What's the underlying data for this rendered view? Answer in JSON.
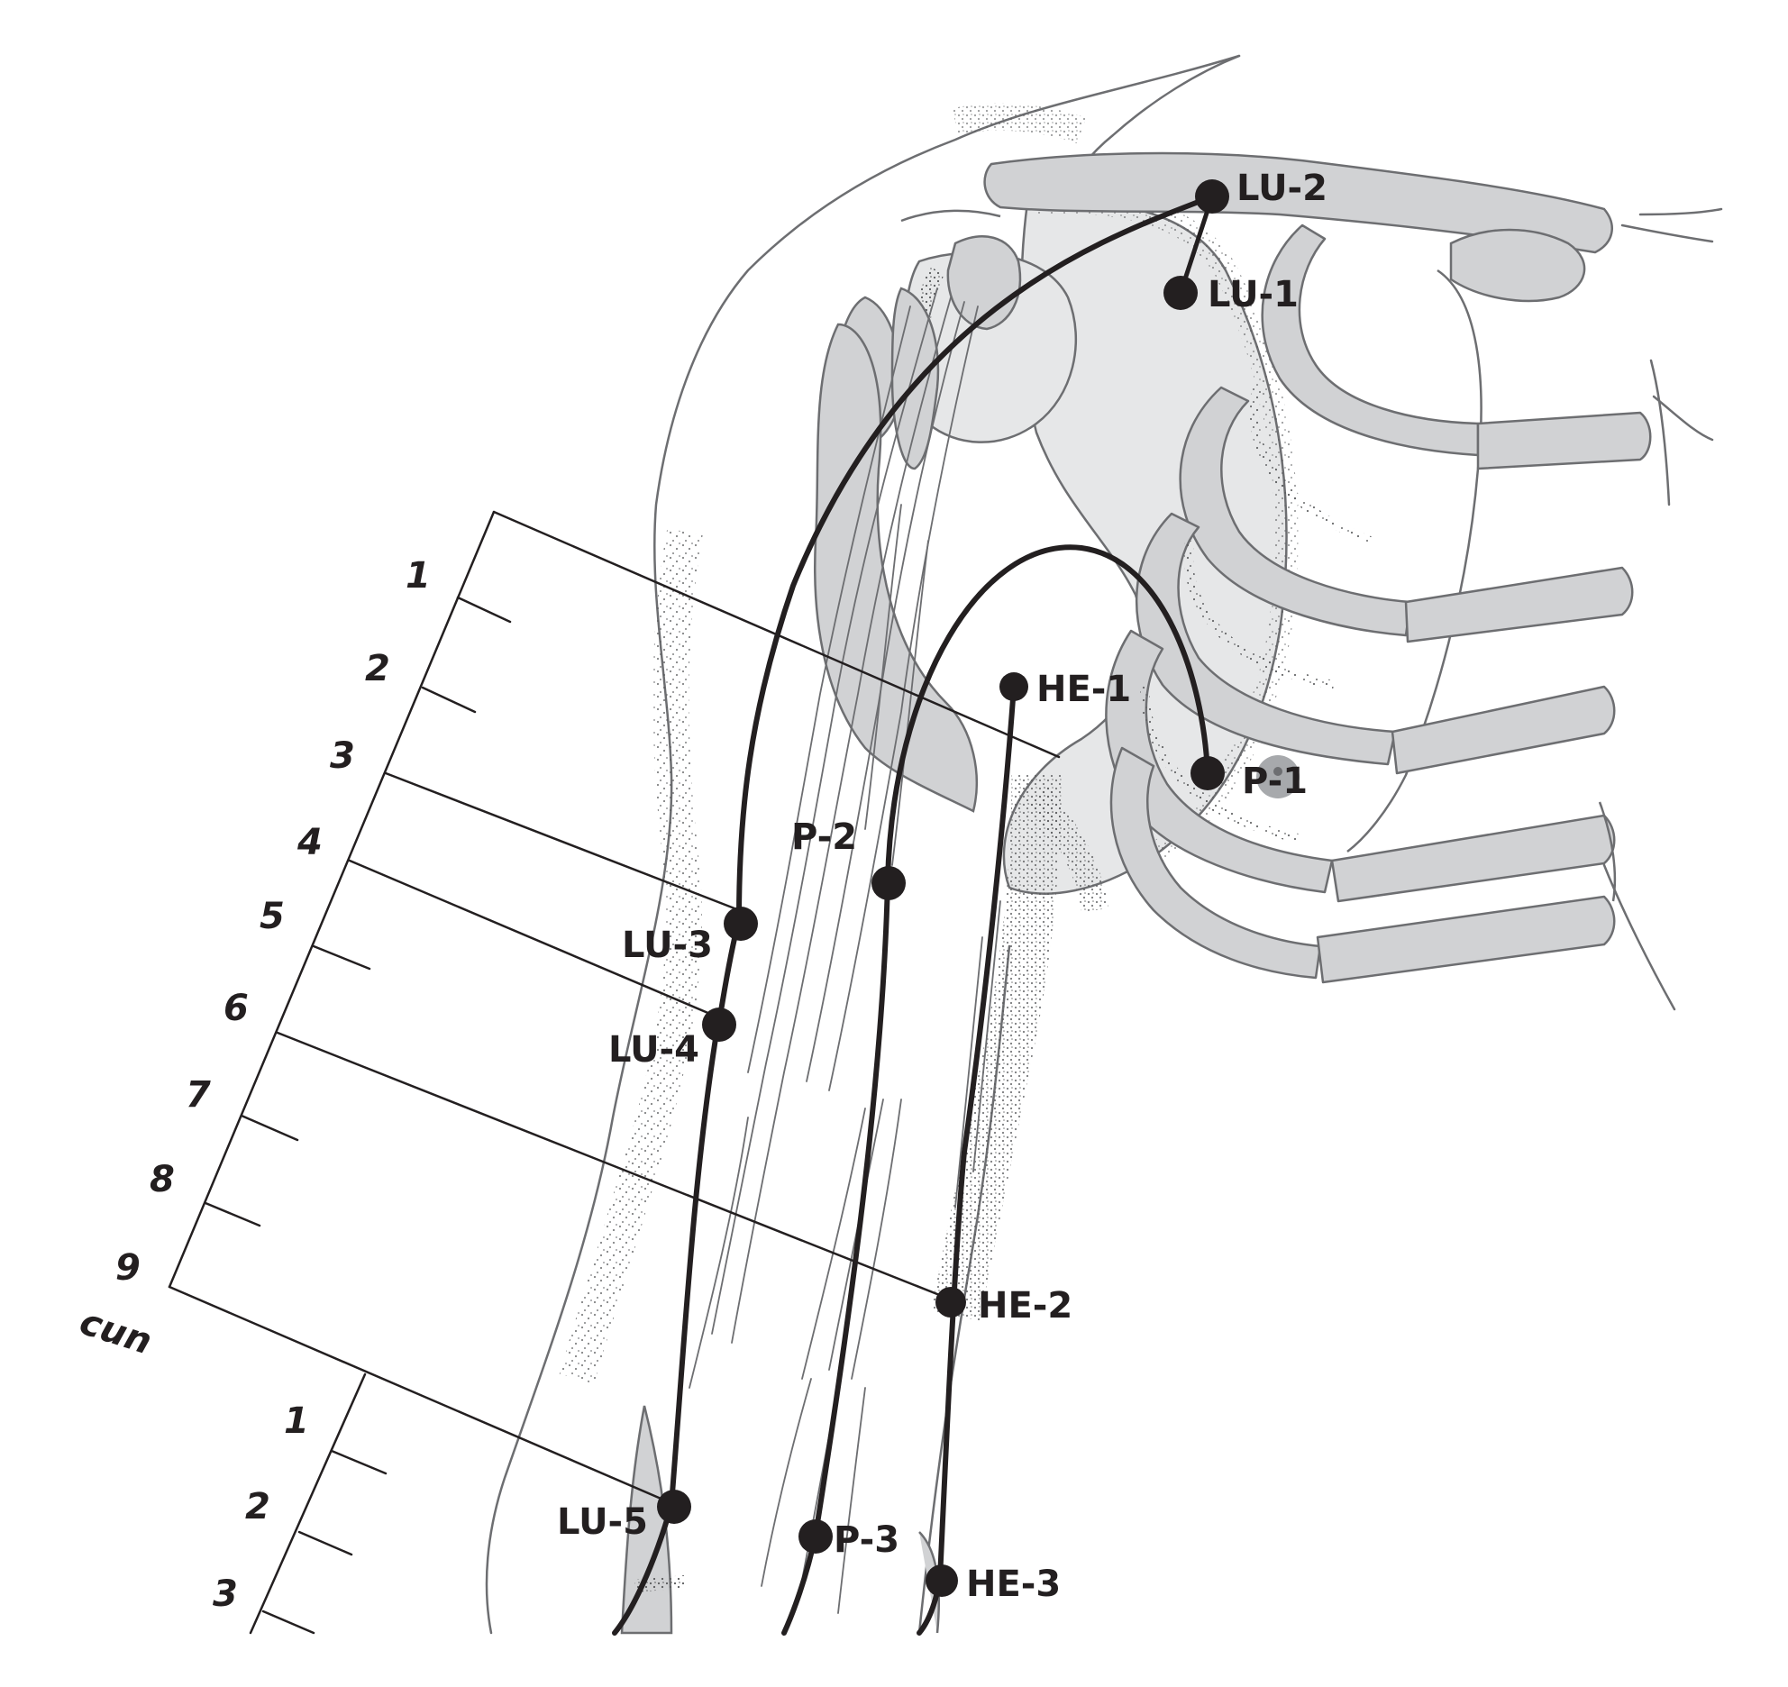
{
  "colors": {
    "ink": "#231f20",
    "outline": "#6d6e71",
    "bone_fill": "#d1d2d4",
    "light_fill": "#e6e7e8",
    "dot_texture": "#58595b",
    "marker_highlight": "#a7a9ac"
  },
  "points": {
    "lu2": "LU-2",
    "lu1": "LU-1",
    "he1": "HE-1",
    "p1": "P-1",
    "p2": "P-2",
    "lu3": "LU-3",
    "lu4": "LU-4",
    "he2": "HE-2",
    "lu5": "LU-5",
    "p3": "P-3",
    "he3": "HE-3"
  },
  "scale_upper": {
    "ticks": [
      "1",
      "2",
      "3",
      "4",
      "5",
      "6",
      "7",
      "8",
      "9"
    ],
    "unit": "cun"
  },
  "scale_lower": {
    "ticks": [
      "1",
      "2",
      "3"
    ]
  }
}
